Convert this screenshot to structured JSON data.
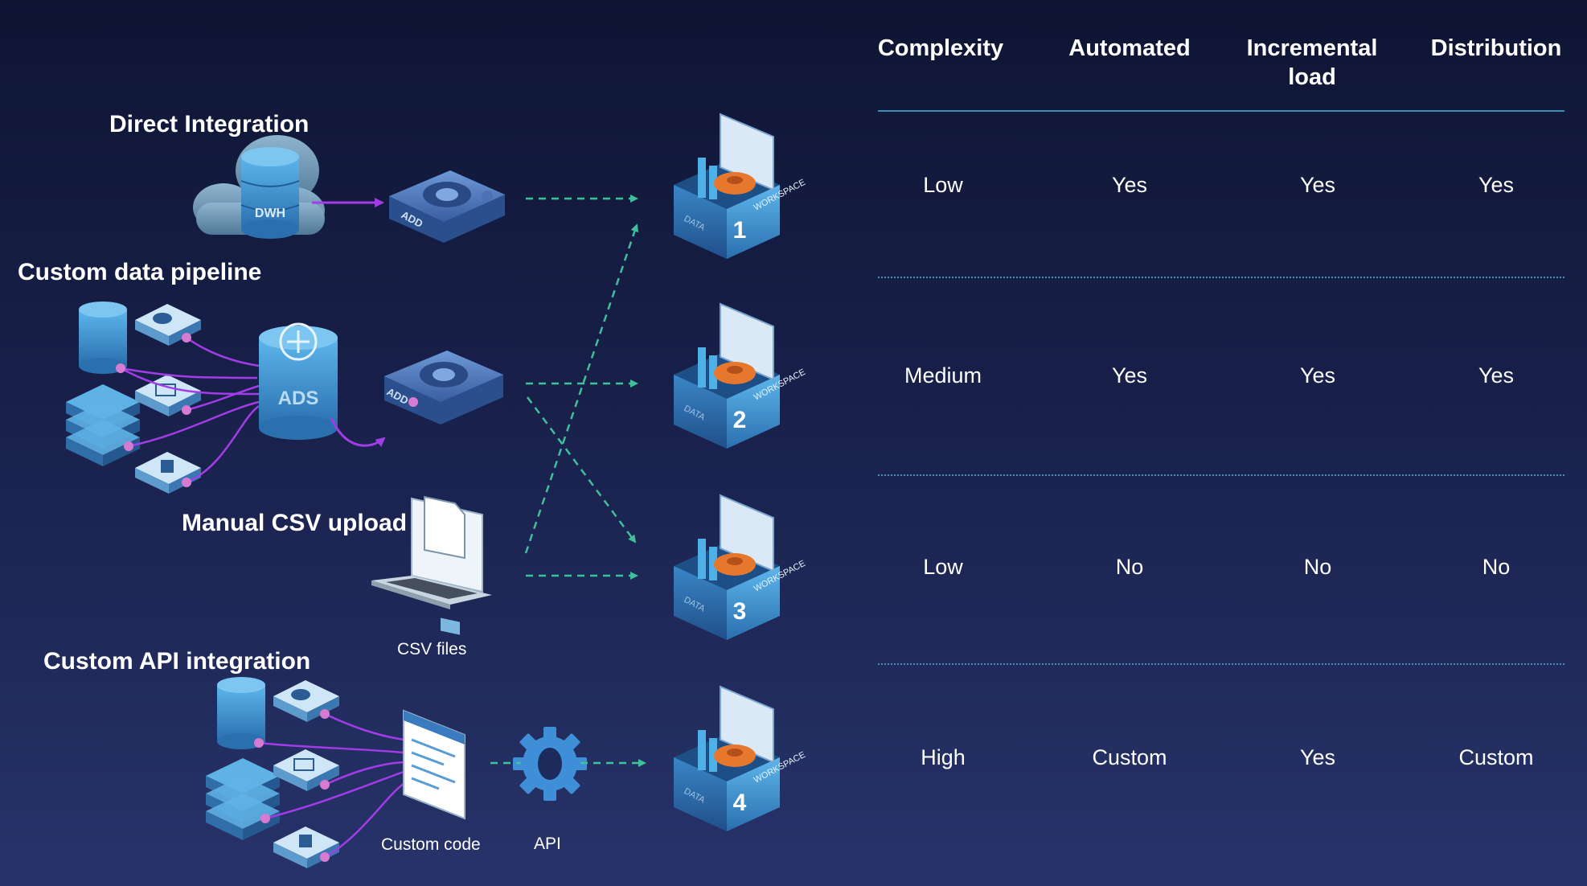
{
  "sources": {
    "direct": {
      "label": "Direct Integration",
      "dwh_label": "DWH",
      "add_label": "ADD"
    },
    "pipeline": {
      "label": "Custom data pipeline",
      "ads_label": "ADS",
      "add_label": "ADD"
    },
    "csv": {
      "label": "Manual CSV upload",
      "caption": "CSV files",
      "file_label": "CSV"
    },
    "api": {
      "label": "Custom API integration",
      "code_caption": "Custom code",
      "api_caption": "API"
    }
  },
  "workspaces": [
    {
      "number": "1",
      "top_label": "WORKSPACE",
      "side_label": "DATA"
    },
    {
      "number": "2",
      "top_label": "WORKSPACE",
      "side_label": "DATA"
    },
    {
      "number": "3",
      "top_label": "WORKSPACE",
      "side_label": "DATA"
    },
    {
      "number": "4",
      "top_label": "WORKSPACE",
      "side_label": "DATA"
    }
  ],
  "table": {
    "headers": [
      "Complexity",
      "Automated",
      "Incremental load",
      "Distribution"
    ],
    "rows": [
      [
        "Low",
        "Yes",
        "Yes",
        "Yes"
      ],
      [
        "Medium",
        "Yes",
        "Yes",
        "Yes"
      ],
      [
        "Low",
        "No",
        "No",
        "No"
      ],
      [
        "High",
        "Custom",
        "Yes",
        "Custom"
      ]
    ]
  },
  "colors": {
    "background_top": "#0e1533",
    "background_bottom": "#27336a",
    "flow_arrow": "#3fbf9a",
    "pipe_arrow": "#b04de0",
    "table_rule": "#3a8eb4",
    "icon_blue": "#3e93d0"
  }
}
